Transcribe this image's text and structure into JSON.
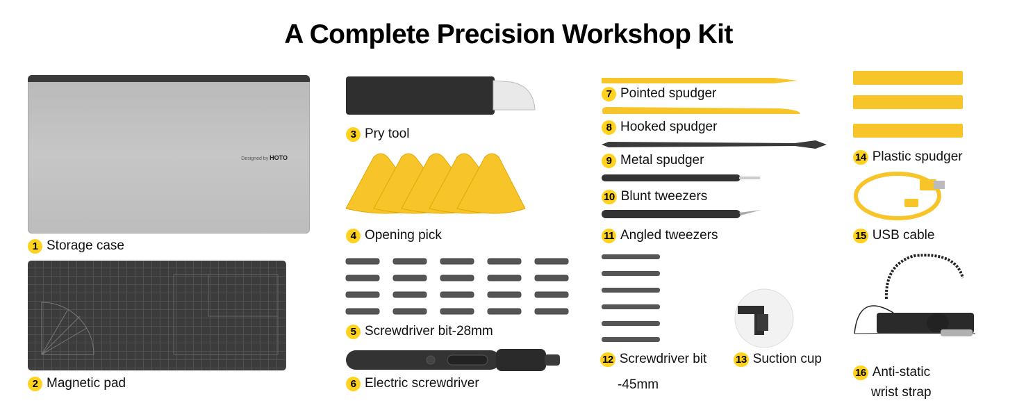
{
  "title": "A Complete Precision Workshop Kit",
  "brand": {
    "case_designed_by": "Designed by",
    "case_logo": "HOTO"
  },
  "items": [
    {
      "num": "1",
      "label": "Storage case"
    },
    {
      "num": "2",
      "label": "Magnetic pad"
    },
    {
      "num": "3",
      "label": "Pry tool"
    },
    {
      "num": "4",
      "label": "Opening pick"
    },
    {
      "num": "5",
      "label": "Screwdriver bit-28mm"
    },
    {
      "num": "6",
      "label": "Electric screwdriver"
    },
    {
      "num": "7",
      "label": "Pointed spudger"
    },
    {
      "num": "8",
      "label": "Hooked spudger"
    },
    {
      "num": "9",
      "label": "Metal spudger"
    },
    {
      "num": "10",
      "label": "Blunt tweezers"
    },
    {
      "num": "11",
      "label": "Angled tweezers"
    },
    {
      "num": "12",
      "label": "Screwdriver bit",
      "label_line2": "-45mm"
    },
    {
      "num": "13",
      "label": "Suction cup"
    },
    {
      "num": "14",
      "label": "Plastic spudger"
    },
    {
      "num": "15",
      "label": "USB cable"
    },
    {
      "num": "16",
      "label": "Anti-static",
      "label_line2": "wrist strap"
    }
  ],
  "colors": {
    "accent_yellow": "#ffd21f",
    "tool_yellow": "#f7c42a",
    "tool_dark": "#2f2f2f",
    "case_gray": "#c2c2c2"
  }
}
